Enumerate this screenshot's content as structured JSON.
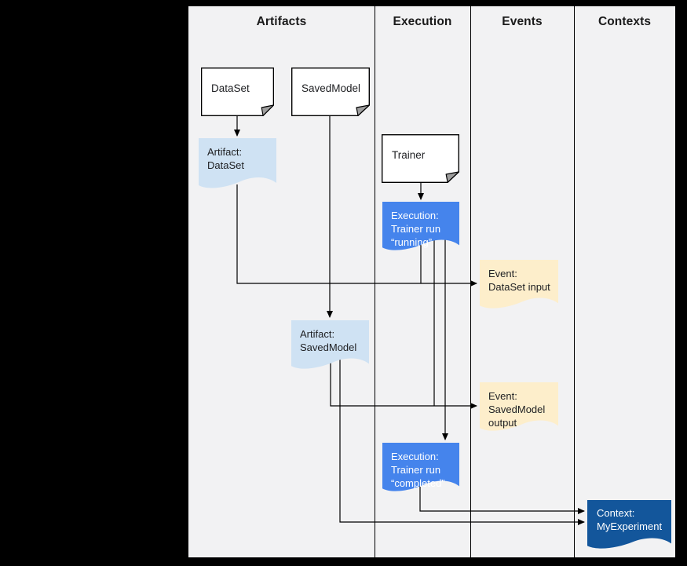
{
  "columns": [
    "Artifacts",
    "Execution",
    "Events",
    "Contexts"
  ],
  "nodes": {
    "dataset": {
      "label": "DataSet"
    },
    "savedmodel": {
      "label": "SavedModel"
    },
    "trainer": {
      "label": "Trainer"
    },
    "artifact_dataset": {
      "line1": "Artifact:",
      "line2": "DataSet"
    },
    "artifact_savedmodel": {
      "line1": "Artifact:",
      "line2": "SavedModel"
    },
    "execution_running": {
      "line1": "Execution:",
      "line2": "Trainer run",
      "line3": "“running”"
    },
    "execution_completed": {
      "line1": "Execution:",
      "line2": "Trainer run",
      "line3": "“completed”"
    },
    "event_dataset_input": {
      "line1": "Event:",
      "line2": "DataSet input"
    },
    "event_savedmodel_output": {
      "line1": "Event:",
      "line2": "SavedModel",
      "line3": "output"
    },
    "context_myexperiment": {
      "line1": "Context:",
      "line2": "MyExperiment"
    }
  },
  "colors": {
    "canvas": "#f2f2f3",
    "artifact": "#cfe2f3",
    "execution": "#4584ec",
    "event": "#fdeecb",
    "context": "#13569b",
    "line": "#000000"
  }
}
